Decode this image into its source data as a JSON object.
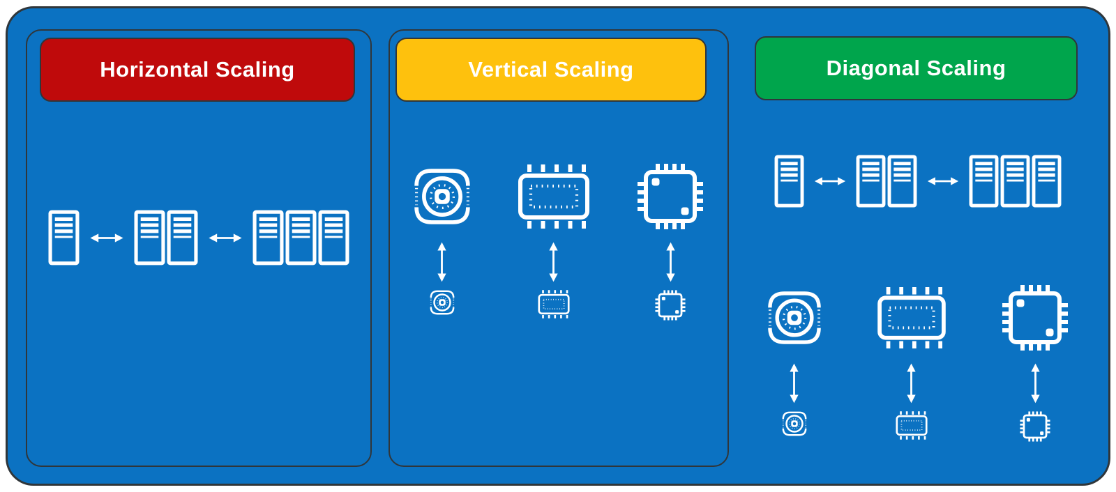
{
  "colors": {
    "canvas_blue": "#0b72c2",
    "panel_border": "#30363a",
    "header_red": "#bf0a0b",
    "header_amber": "#fec10d",
    "header_green": "#00a54c",
    "icon_white": "#ffffff"
  },
  "panels": [
    {
      "title": "Horizontal Scaling",
      "header_color": "#bf0a0b",
      "diagram": {
        "type": "server-replication",
        "server_groups": [
          1,
          2,
          3
        ],
        "arrow": "horizontal-double-arrow"
      }
    },
    {
      "title": "Vertical Scaling",
      "header_color": "#fec10d",
      "diagram": {
        "type": "component-resize",
        "components": [
          "hard-disk",
          "memory",
          "cpu"
        ],
        "arrow": "vertical-double-arrow"
      }
    },
    {
      "title": "Diagonal Scaling",
      "header_color": "#00a54c",
      "diagram": {
        "type": "server-replication-plus-component-resize",
        "server_groups": [
          1,
          2,
          3
        ],
        "components": [
          "hard-disk",
          "memory",
          "cpu"
        ],
        "arrows": [
          "horizontal-double-arrow",
          "vertical-double-arrow"
        ]
      }
    }
  ]
}
